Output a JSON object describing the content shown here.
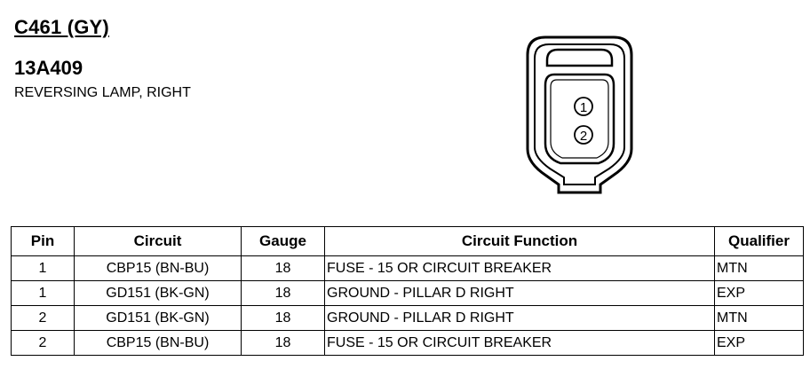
{
  "connector": {
    "id": "C461 (GY)",
    "part_number": "13A409",
    "description": "REVERSING LAMP, RIGHT"
  },
  "diagram": {
    "pins": [
      "1",
      "2"
    ]
  },
  "table": {
    "headers": {
      "pin": "Pin",
      "circuit": "Circuit",
      "gauge": "Gauge",
      "function": "Circuit Function",
      "qualifier": "Qualifier"
    },
    "rows": [
      {
        "pin": "1",
        "circuit": "CBP15 (BN-BU)",
        "gauge": "18",
        "function": "FUSE - 15 OR CIRCUIT BREAKER",
        "qualifier": "MTN"
      },
      {
        "pin": "1",
        "circuit": "GD151 (BK-GN)",
        "gauge": "18",
        "function": "GROUND - PILLAR D RIGHT",
        "qualifier": "EXP"
      },
      {
        "pin": "2",
        "circuit": "GD151 (BK-GN)",
        "gauge": "18",
        "function": "GROUND - PILLAR D RIGHT",
        "qualifier": "MTN"
      },
      {
        "pin": "2",
        "circuit": "CBP15 (BN-BU)",
        "gauge": "18",
        "function": "FUSE - 15 OR CIRCUIT BREAKER",
        "qualifier": "EXP"
      }
    ]
  }
}
